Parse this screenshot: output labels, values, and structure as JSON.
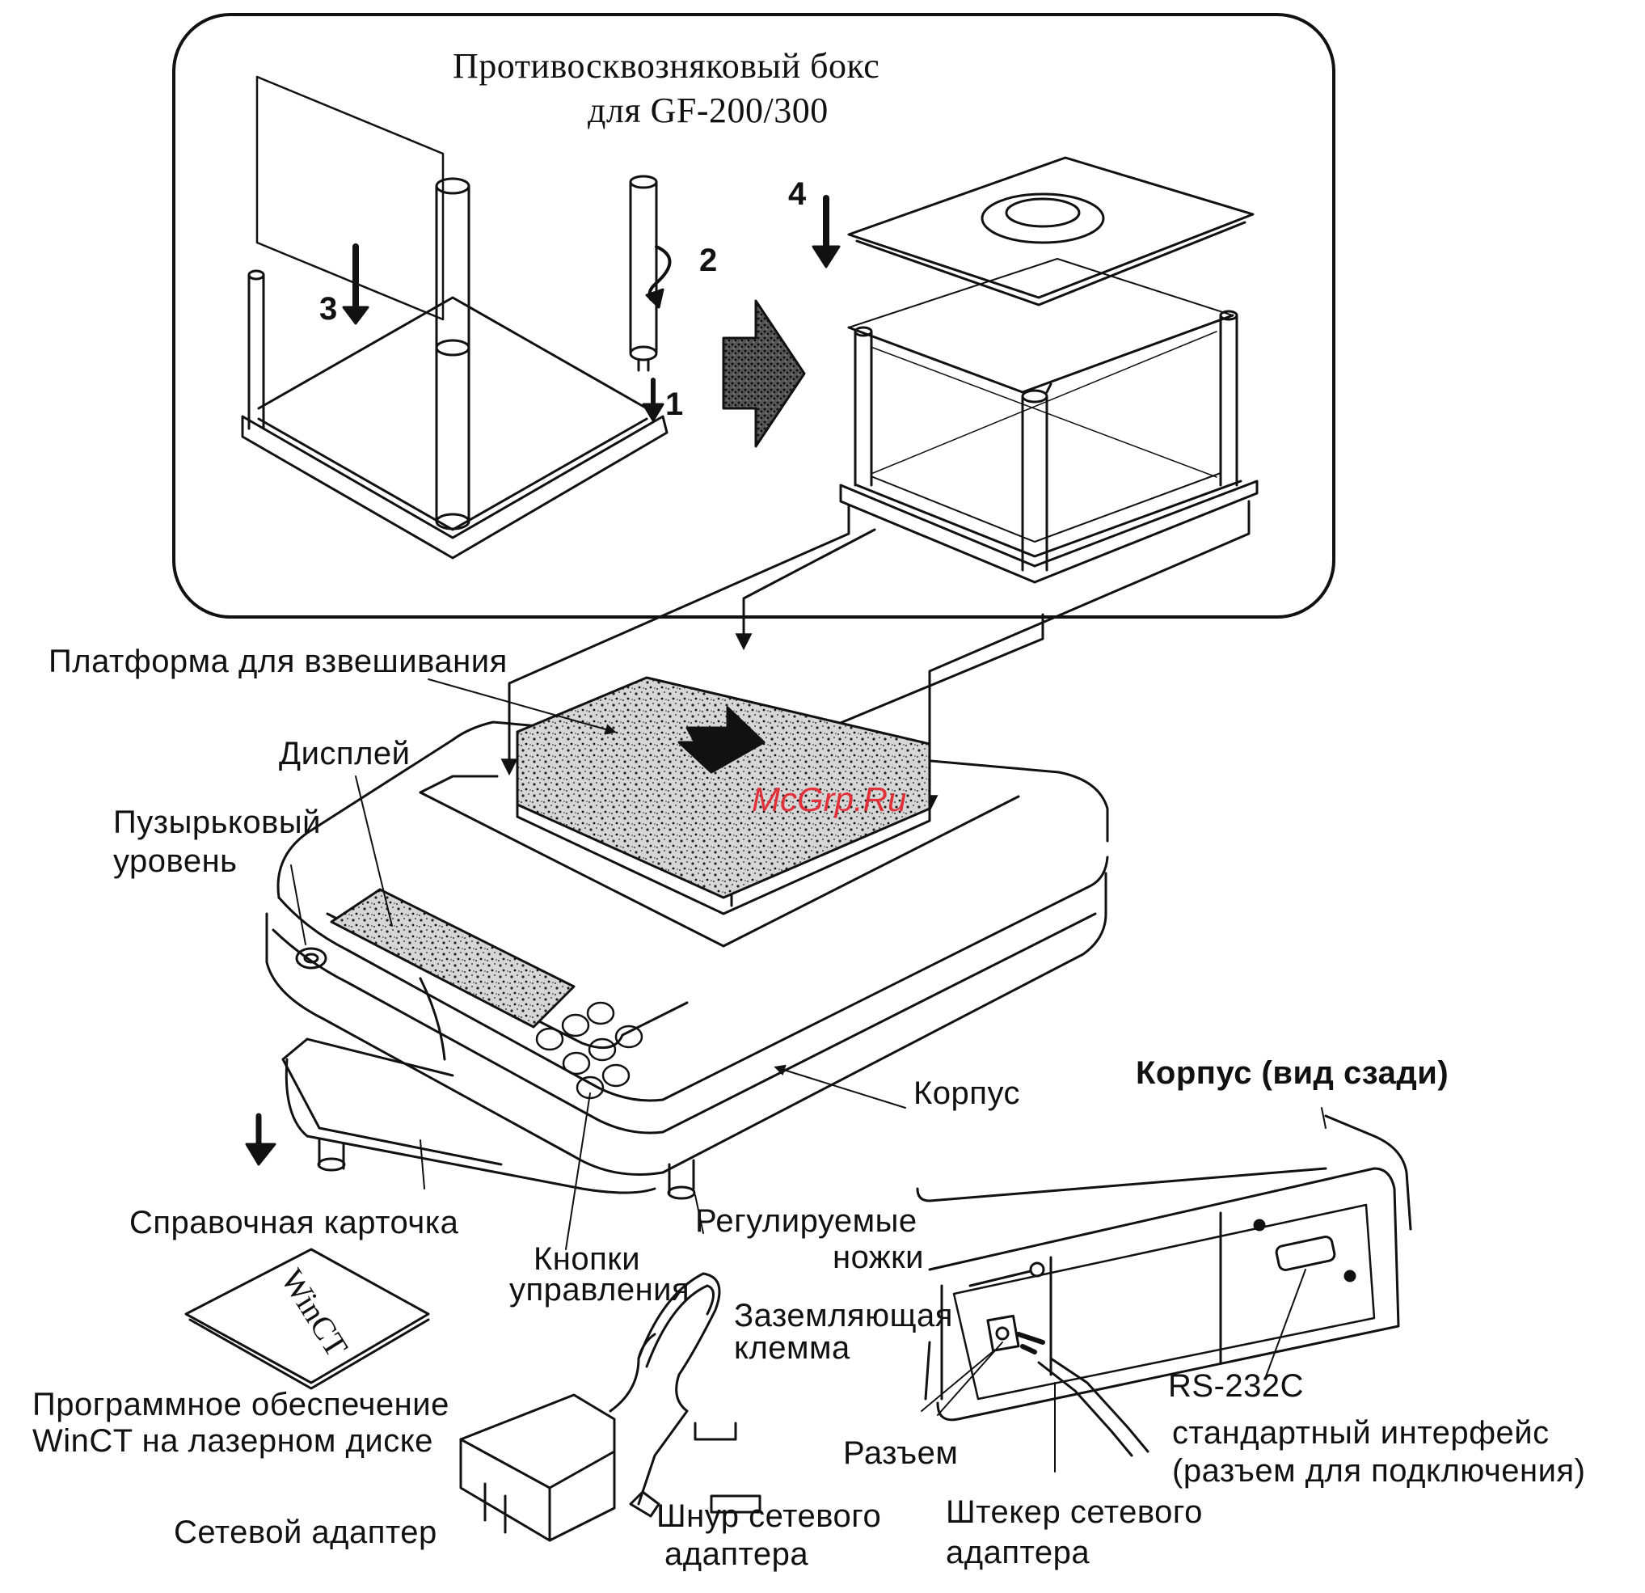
{
  "draft_box": {
    "title_line1": "Противосквозняковый бокс",
    "title_line2": "для  GF-200/300",
    "steps": [
      "1",
      "2",
      "3",
      "4"
    ]
  },
  "labels": {
    "platform": "Платформа для взвешивания",
    "display": "Дисплей",
    "level_line1": "Пузырьковый",
    "level_line2": "уровень",
    "body": "Корпус",
    "body_rear": "Корпус (вид сзади)",
    "reference_card": "Справочная карточка",
    "feet_line1": "Регулируемые",
    "feet_line2": "ножки",
    "buttons_line1": "Кнопки",
    "buttons_line2": "управления",
    "ground_line1": "Заземляющая",
    "ground_line2": "клемма",
    "connector": "Разъем",
    "plug_line1": "Штекер сетевого",
    "plug_line2": "адаптера",
    "rs_line1": "RS-232C",
    "rs_line2": "стандартный интерфейс",
    "rs_line3": "(разъем для подключения)",
    "software_line1": "Программное обеспечение",
    "software_line2": "WinCT  на лазерном диске",
    "adapter": "Сетевой адаптер",
    "cord_line1": "Шнур сетевого",
    "cord_line2": "адаптера"
  },
  "cd_label": "WinCT",
  "watermark": "McGrp.Ru"
}
